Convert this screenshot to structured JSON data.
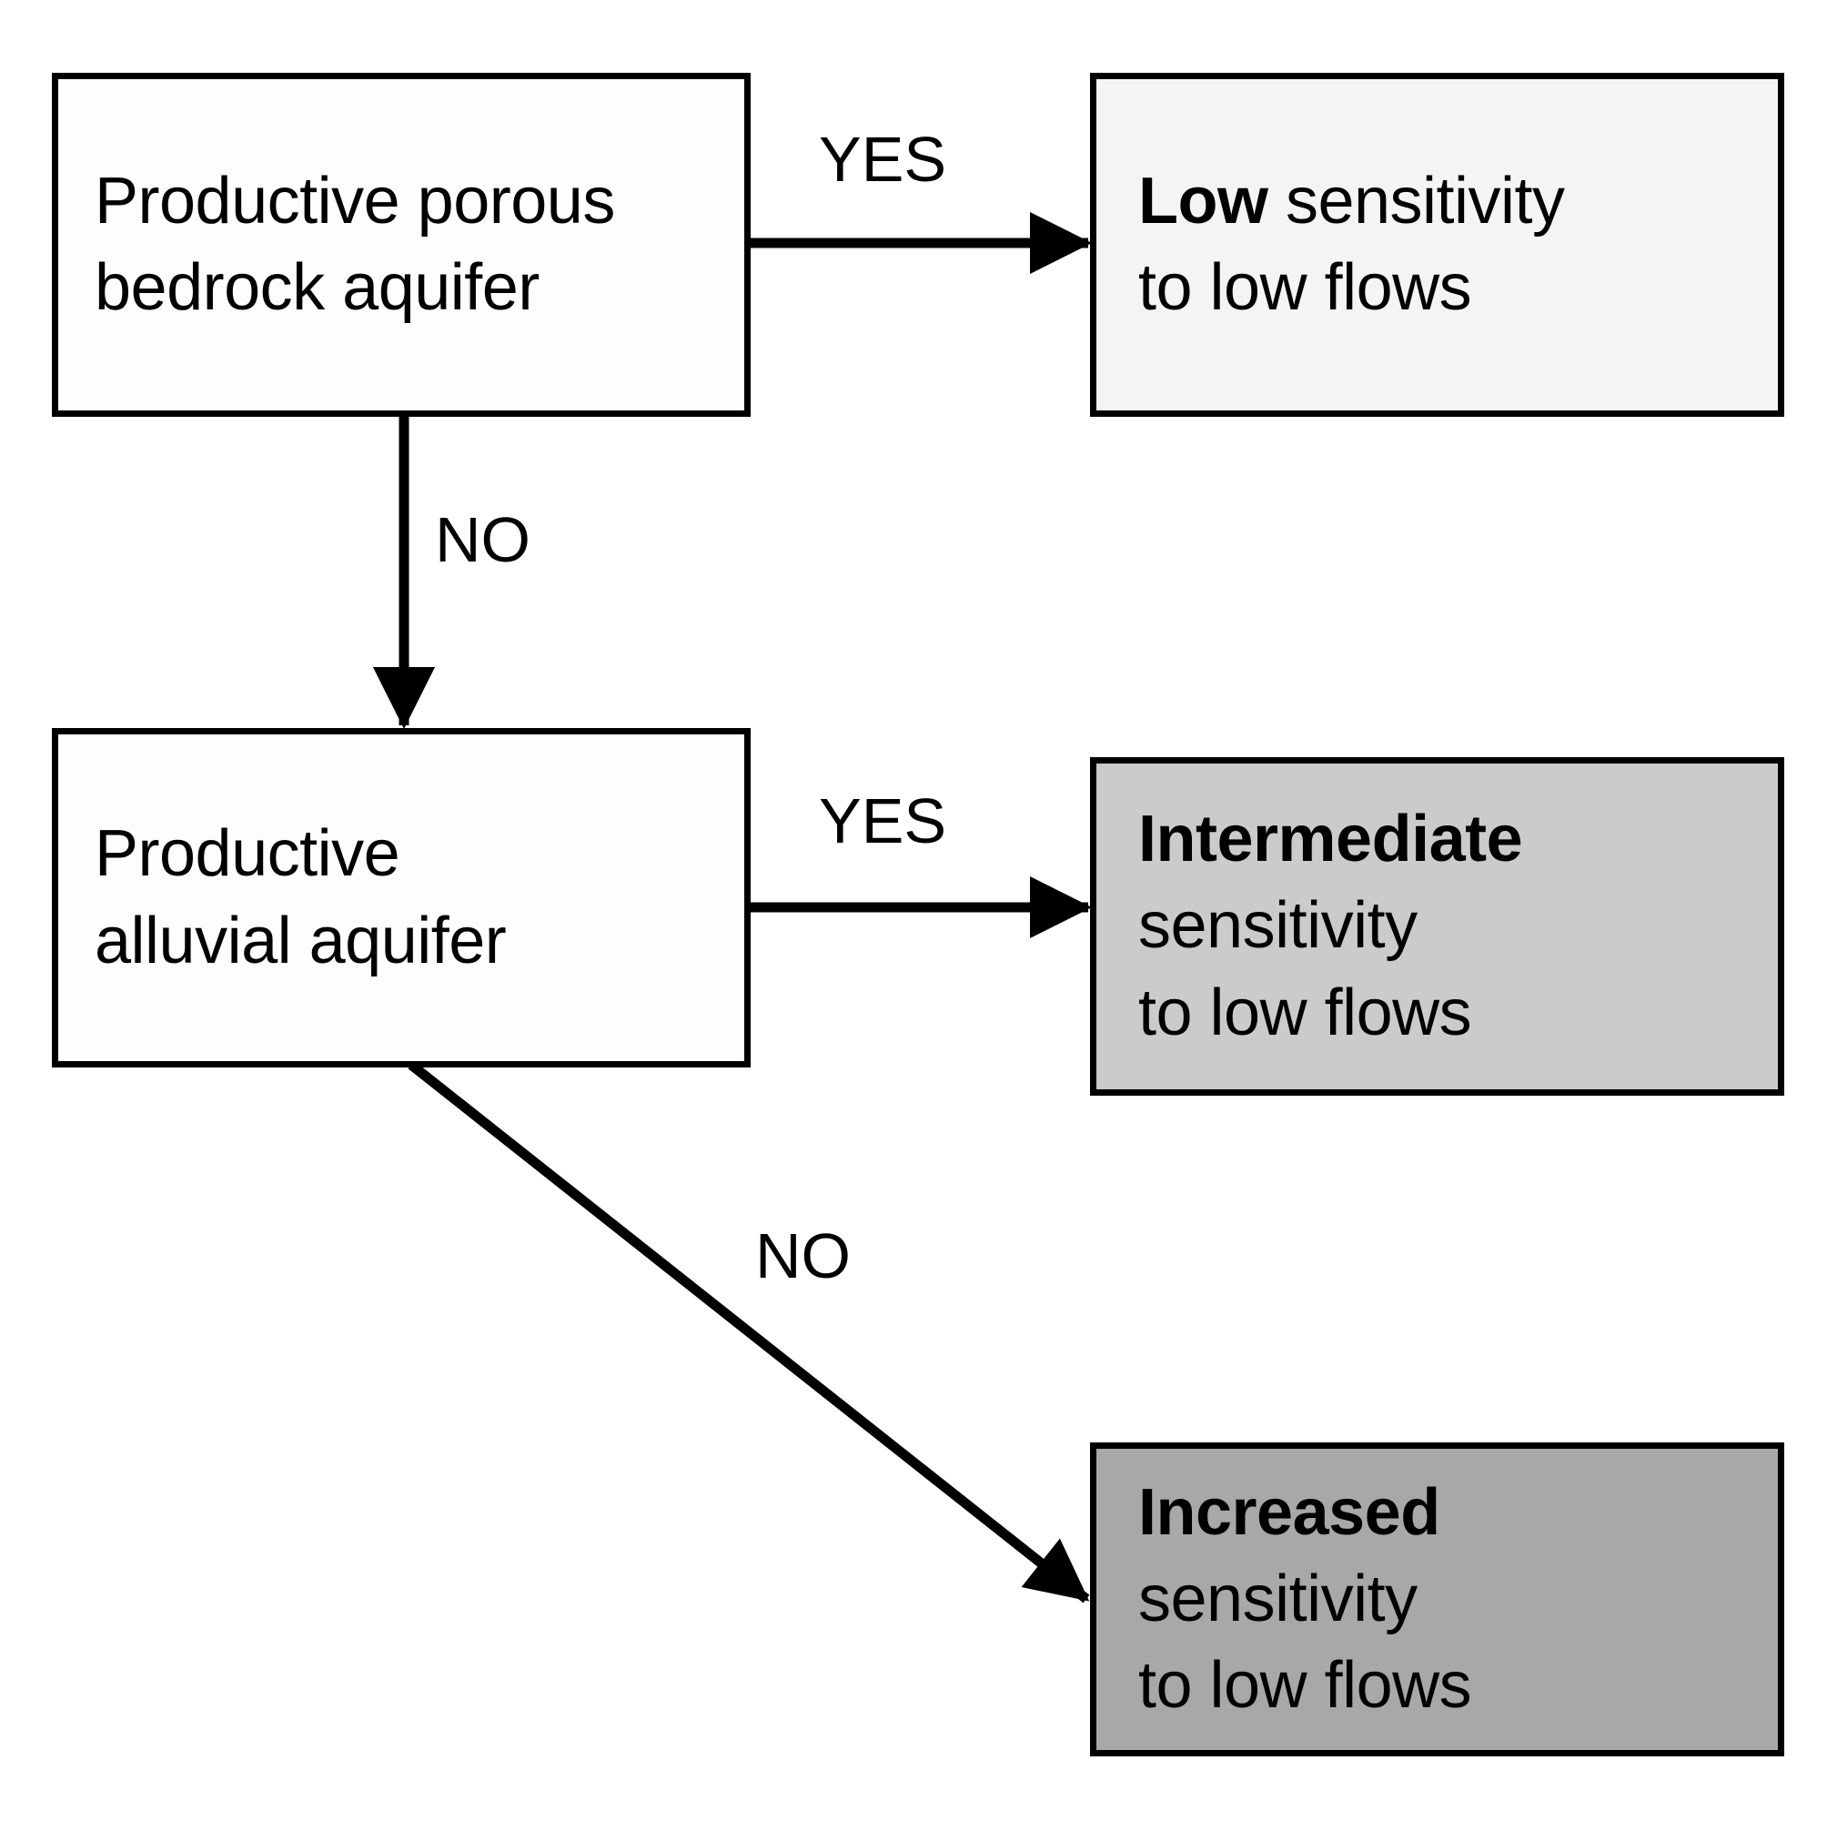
{
  "diagram": {
    "type": "decision-flowchart",
    "title_visible": false,
    "background": "#ffffff",
    "line_color": "#000000",
    "nodes": [
      {
        "id": "bedrock",
        "kind": "decision",
        "lines": [
          "Productive porous",
          "bedrock aquifer"
        ],
        "fill": "#fdfdfd"
      },
      {
        "id": "alluvial",
        "kind": "decision",
        "lines": [
          "Productive",
          "alluvial aquifer"
        ],
        "fill": "#fdfdfd"
      },
      {
        "id": "low",
        "kind": "outcome",
        "emphasis": "Low",
        "line1_rest": " sensitivity",
        "line2": "to low flows",
        "fill": "#f4f4f4"
      },
      {
        "id": "intermediate",
        "kind": "outcome",
        "emphasis": "Intermediate",
        "line1_rest": "",
        "line2": "sensitivity",
        "line3": "to low flows",
        "fill": "#cbcbcb"
      },
      {
        "id": "increased",
        "kind": "outcome",
        "emphasis": "Increased",
        "line1_rest": "",
        "line2": "sensitivity",
        "line3": "to low flows",
        "fill": "#a8a8a8"
      }
    ],
    "edges": [
      {
        "id": "yes-1",
        "label": "YES",
        "from": "bedrock",
        "to": "low",
        "shape": "horizontal"
      },
      {
        "id": "no-1",
        "label": "NO",
        "from": "bedrock",
        "to": "alluvial",
        "shape": "vertical"
      },
      {
        "id": "yes-2",
        "label": "YES",
        "from": "alluvial",
        "to": "intermediate",
        "shape": "horizontal"
      },
      {
        "id": "no-2",
        "label": "NO",
        "from": "alluvial",
        "to": "increased",
        "shape": "diagonal"
      }
    ]
  }
}
